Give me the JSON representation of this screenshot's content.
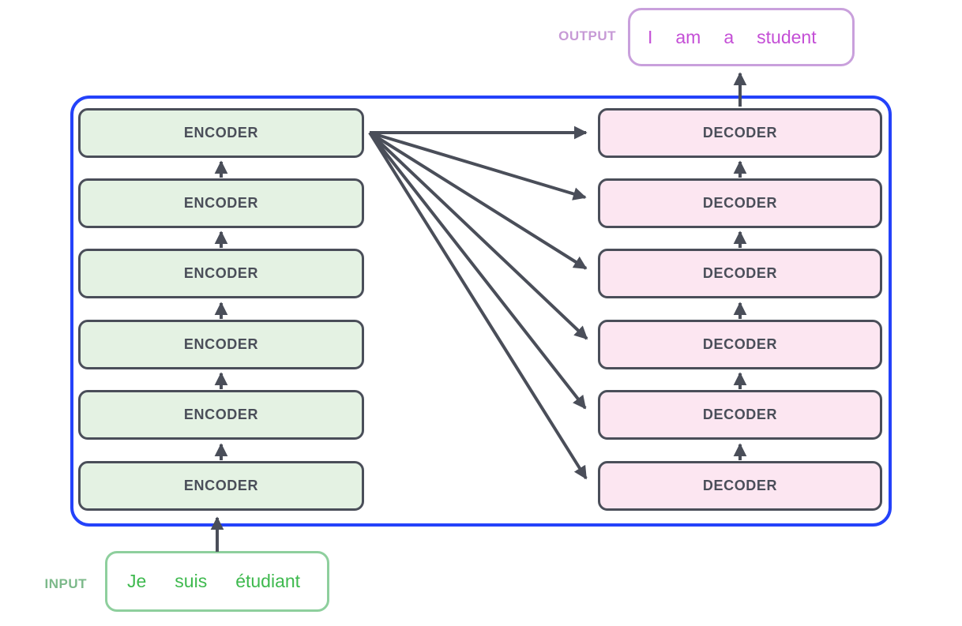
{
  "labels": {
    "input": "INPUT",
    "output": "OUTPUT"
  },
  "encoder": {
    "label": "ENCODER",
    "count": 6
  },
  "decoder": {
    "label": "DECODER",
    "count": 6
  },
  "input_words": [
    "Je",
    "suis",
    "étudiant"
  ],
  "output_words": [
    "I",
    "am",
    "a",
    "student"
  ],
  "colors": {
    "container_border": "#2442fa",
    "box_border": "#4a4e59",
    "box_text": "#4a4e59",
    "arrow": "#4a4e59",
    "encoder_fill": "#e4f2e3",
    "decoder_fill": "#fce6f1",
    "output_box_border": "#c9a0dc",
    "output_text": "#c44fd6",
    "output_label_text": "#c79ad6",
    "input_box_border": "#8ecf9d",
    "input_text": "#3eb94e",
    "input_label_text": "#7cb98a"
  }
}
